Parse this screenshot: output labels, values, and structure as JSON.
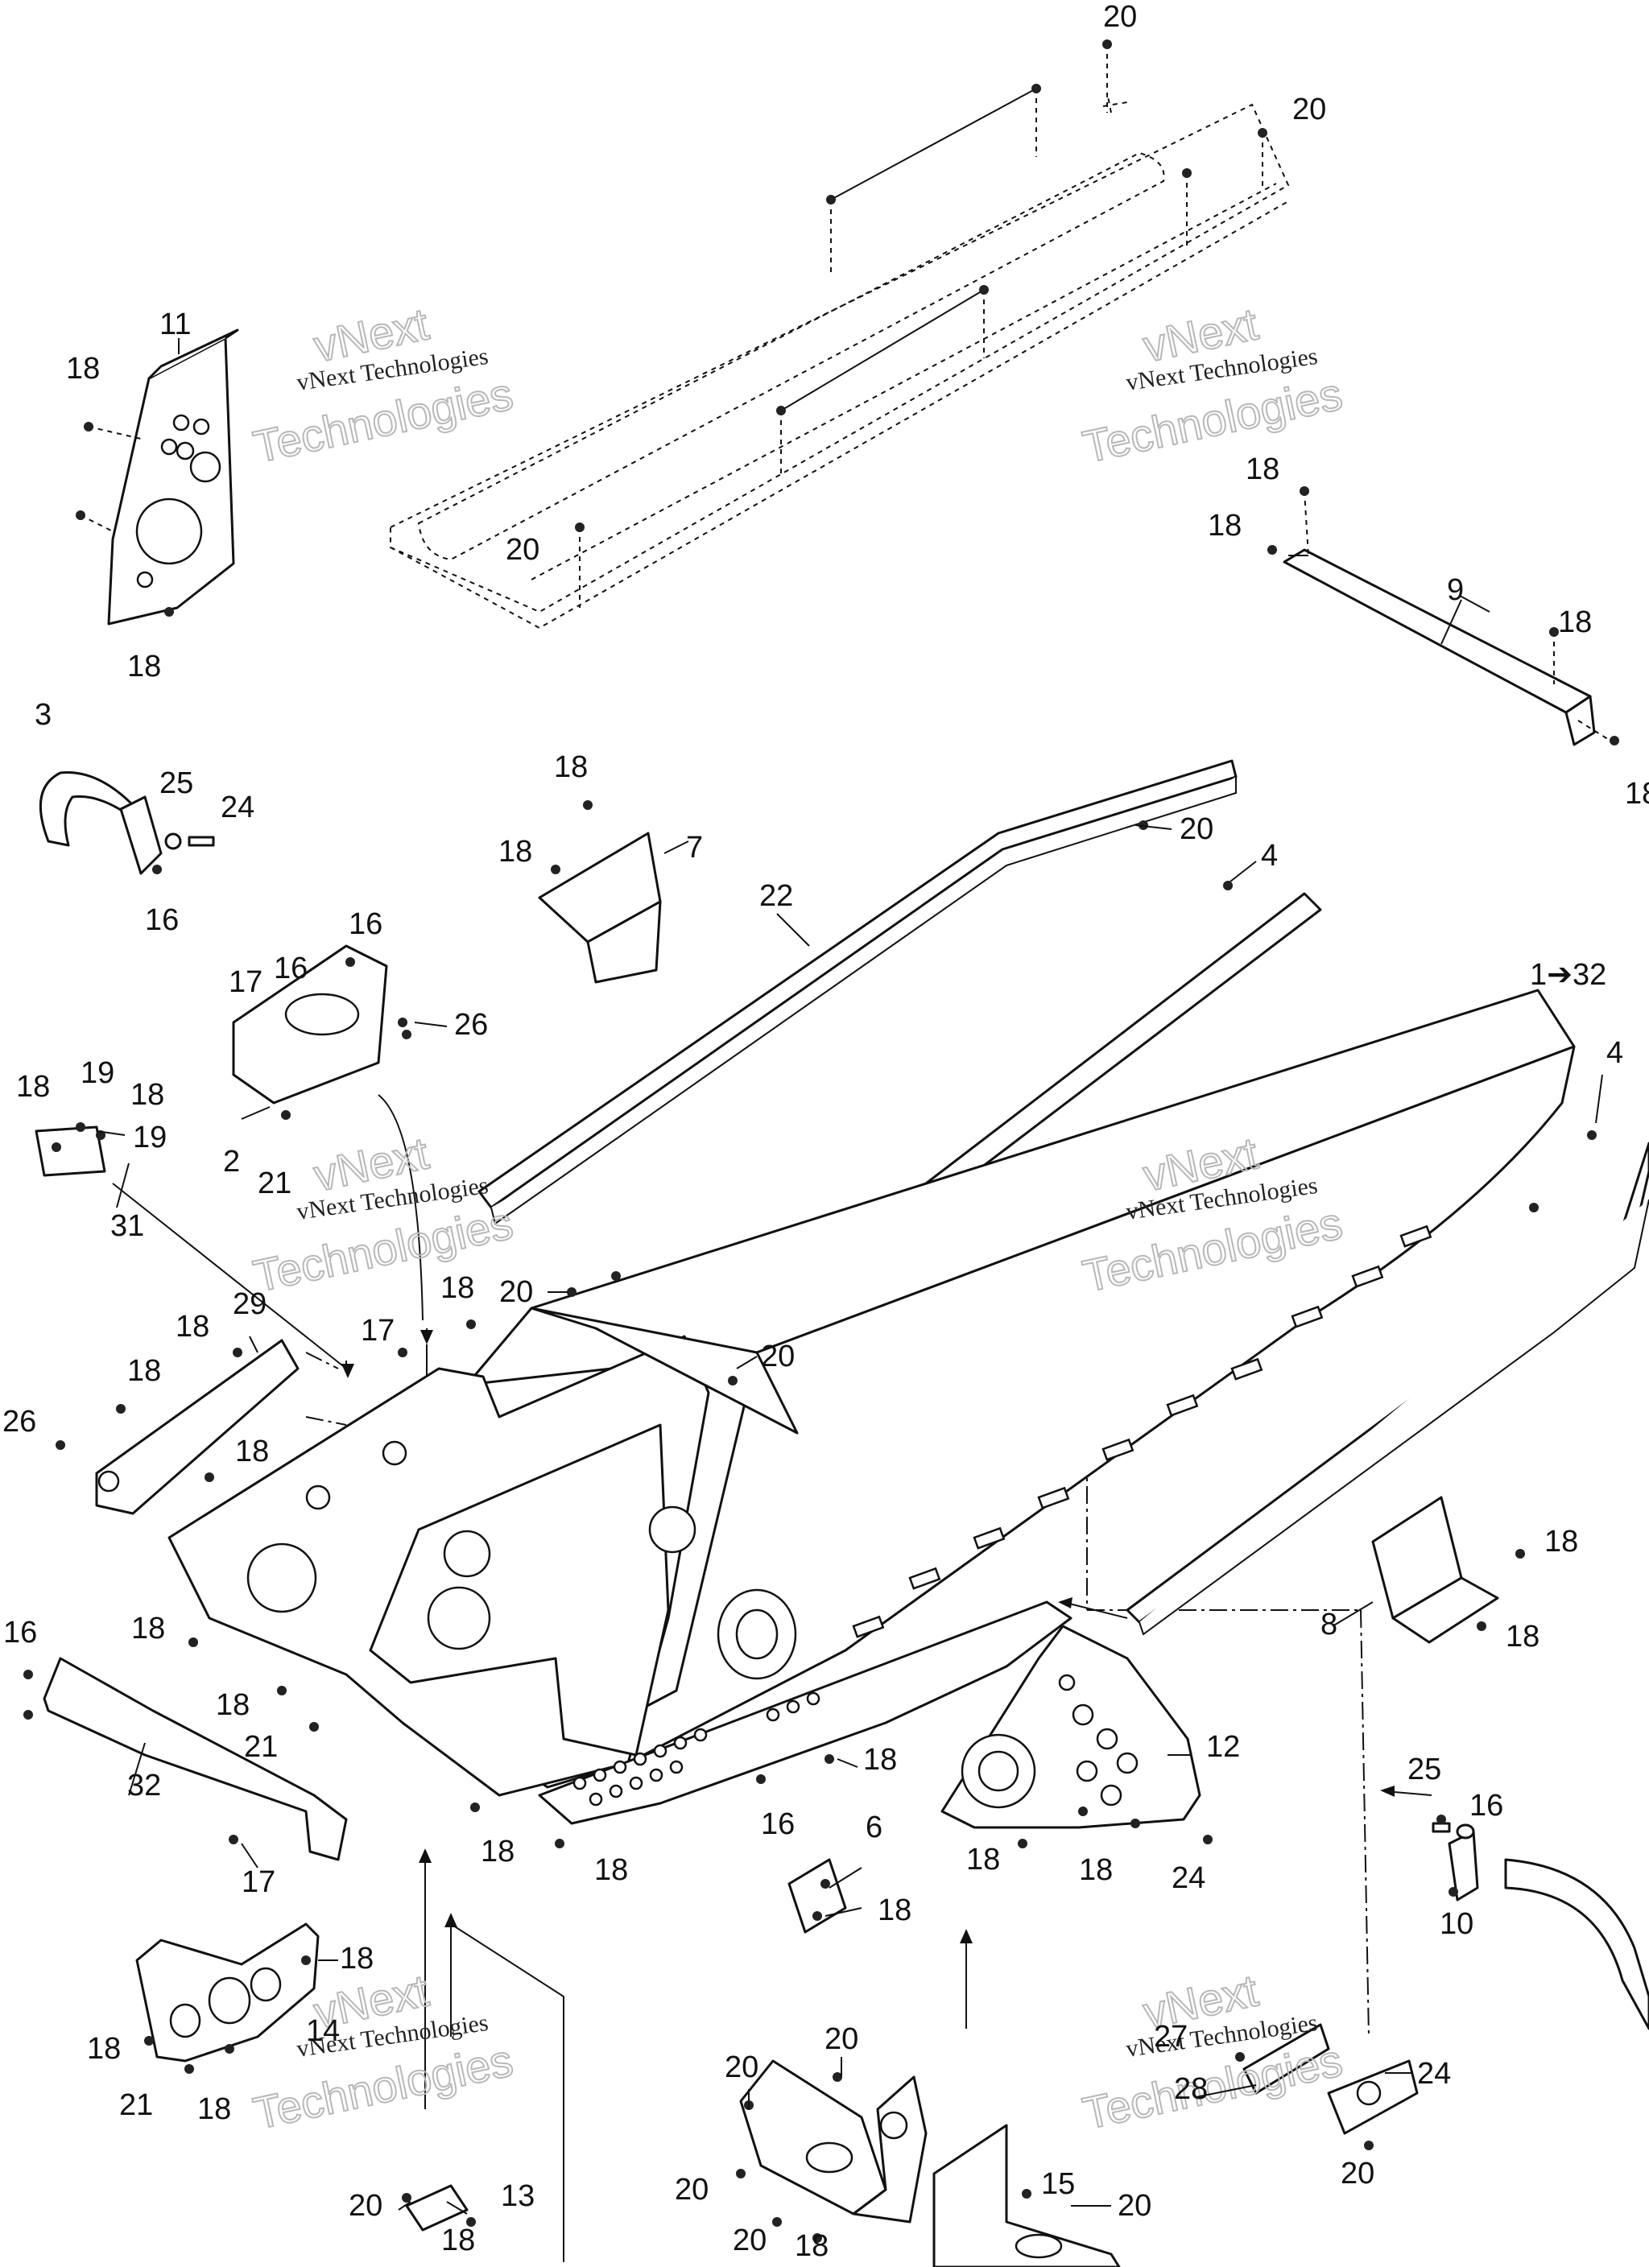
{
  "watermark": {
    "line1": "vNext",
    "line2": "vNext Technologies",
    "line3": "Technologies"
  },
  "callouts": [
    {
      "id": "c1",
      "text": "20"
    },
    {
      "id": "c2",
      "text": "20"
    },
    {
      "id": "c3",
      "text": "11"
    },
    {
      "id": "c4",
      "text": "18"
    },
    {
      "id": "c5",
      "text": "18"
    },
    {
      "id": "c6",
      "text": "20"
    },
    {
      "id": "c7",
      "text": "18"
    },
    {
      "id": "c8",
      "text": "18"
    },
    {
      "id": "c9",
      "text": "9"
    },
    {
      "id": "c10",
      "text": "18"
    },
    {
      "id": "c11",
      "text": "18"
    },
    {
      "id": "c12",
      "text": "3"
    },
    {
      "id": "c13",
      "text": "25"
    },
    {
      "id": "c14",
      "text": "24"
    },
    {
      "id": "c15",
      "text": "16"
    },
    {
      "id": "c16",
      "text": "18"
    },
    {
      "id": "c17",
      "text": "7"
    },
    {
      "id": "c18",
      "text": "18"
    },
    {
      "id": "c19",
      "text": "20"
    },
    {
      "id": "c20",
      "text": "22"
    },
    {
      "id": "c21",
      "text": "4"
    },
    {
      "id": "c22",
      "text": "16"
    },
    {
      "id": "c23",
      "text": "16"
    },
    {
      "id": "c24",
      "text": "17"
    },
    {
      "id": "c25",
      "text": "26"
    },
    {
      "id": "c26",
      "text": "1➔32"
    },
    {
      "id": "c27",
      "text": "4"
    },
    {
      "id": "c28",
      "text": "18"
    },
    {
      "id": "c29",
      "text": "19"
    },
    {
      "id": "c30",
      "text": "18"
    },
    {
      "id": "c31",
      "text": "19"
    },
    {
      "id": "c32",
      "text": "2"
    },
    {
      "id": "c33",
      "text": "21"
    },
    {
      "id": "c34",
      "text": "31"
    },
    {
      "id": "c35",
      "text": "18"
    },
    {
      "id": "c36",
      "text": "20"
    },
    {
      "id": "c37",
      "text": "20"
    },
    {
      "id": "c38",
      "text": "29"
    },
    {
      "id": "c39",
      "text": "18"
    },
    {
      "id": "c40",
      "text": "17"
    },
    {
      "id": "c41",
      "text": "18"
    },
    {
      "id": "c42",
      "text": "26"
    },
    {
      "id": "c43",
      "text": "18"
    },
    {
      "id": "c44",
      "text": "18"
    },
    {
      "id": "c45",
      "text": "8"
    },
    {
      "id": "c46",
      "text": "18"
    },
    {
      "id": "c47",
      "text": "16"
    },
    {
      "id": "c48",
      "text": "18"
    },
    {
      "id": "c49",
      "text": "18"
    },
    {
      "id": "c50",
      "text": "21"
    },
    {
      "id": "c51",
      "text": "32"
    },
    {
      "id": "c52",
      "text": "18"
    },
    {
      "id": "c53",
      "text": "12"
    },
    {
      "id": "c54",
      "text": "17"
    },
    {
      "id": "c55",
      "text": "18"
    },
    {
      "id": "c56",
      "text": "16"
    },
    {
      "id": "c57",
      "text": "18"
    },
    {
      "id": "c58",
      "text": "6"
    },
    {
      "id": "c59",
      "text": "18"
    },
    {
      "id": "c60",
      "text": "18"
    },
    {
      "id": "c61",
      "text": "18"
    },
    {
      "id": "c62",
      "text": "24"
    },
    {
      "id": "c63",
      "text": "25"
    },
    {
      "id": "c64",
      "text": "16"
    },
    {
      "id": "c65",
      "text": "10"
    },
    {
      "id": "c66",
      "text": "18"
    },
    {
      "id": "c67",
      "text": "18"
    },
    {
      "id": "c68",
      "text": "21"
    },
    {
      "id": "c69",
      "text": "18"
    },
    {
      "id": "c70",
      "text": "14"
    },
    {
      "id": "c71",
      "text": "20"
    },
    {
      "id": "c72",
      "text": "20"
    },
    {
      "id": "c73",
      "text": "27"
    },
    {
      "id": "c74",
      "text": "28"
    },
    {
      "id": "c75",
      "text": "24"
    },
    {
      "id": "c76",
      "text": "20"
    },
    {
      "id": "c77",
      "text": "15"
    },
    {
      "id": "c78",
      "text": "20"
    },
    {
      "id": "c79",
      "text": "20"
    },
    {
      "id": "c80",
      "text": "20"
    },
    {
      "id": "c81",
      "text": "13"
    },
    {
      "id": "c82",
      "text": "18"
    },
    {
      "id": "c83",
      "text": "20"
    },
    {
      "id": "c84",
      "text": "18"
    }
  ]
}
